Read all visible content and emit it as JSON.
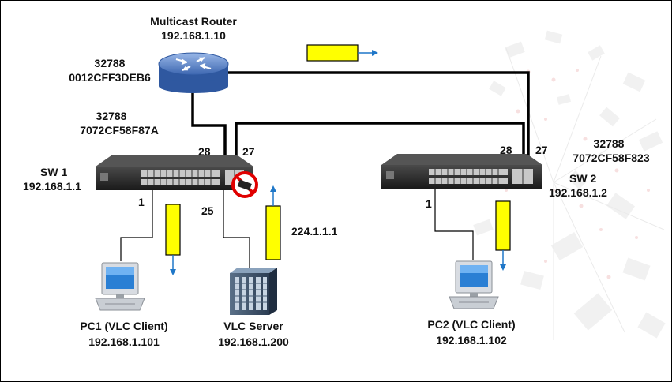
{
  "router": {
    "name": "Multicast Router",
    "ip": "192.168.1.10"
  },
  "router_bridge": {
    "priority": "32788",
    "mac": "0012CFF3DEB6"
  },
  "sw1": {
    "name": "SW 1",
    "ip": "192.168.1.1",
    "priority": "32788",
    "mac": "7072CF58F87A",
    "port_28": "28",
    "port_27": "27",
    "port_1": "1",
    "port_25": "25"
  },
  "sw2": {
    "name": "SW 2",
    "ip": "192.168.1.2",
    "priority": "32788",
    "mac": "7072CF58F823",
    "port_28": "28",
    "port_27": "27",
    "port_1": "1"
  },
  "pc1": {
    "name": "PC1 (VLC Client)",
    "ip": "192.168.1.101"
  },
  "server": {
    "name": "VLC Server",
    "ip": "192.168.1.200"
  },
  "pc2": {
    "name": "PC2 (VLC Client)",
    "ip": "192.168.1.102"
  },
  "stream": {
    "group": "224.1.1.1"
  },
  "colors": {
    "packet": "#ffff00",
    "arrow": "#1f77c8",
    "cable": "#000000",
    "block": "#e00000"
  }
}
